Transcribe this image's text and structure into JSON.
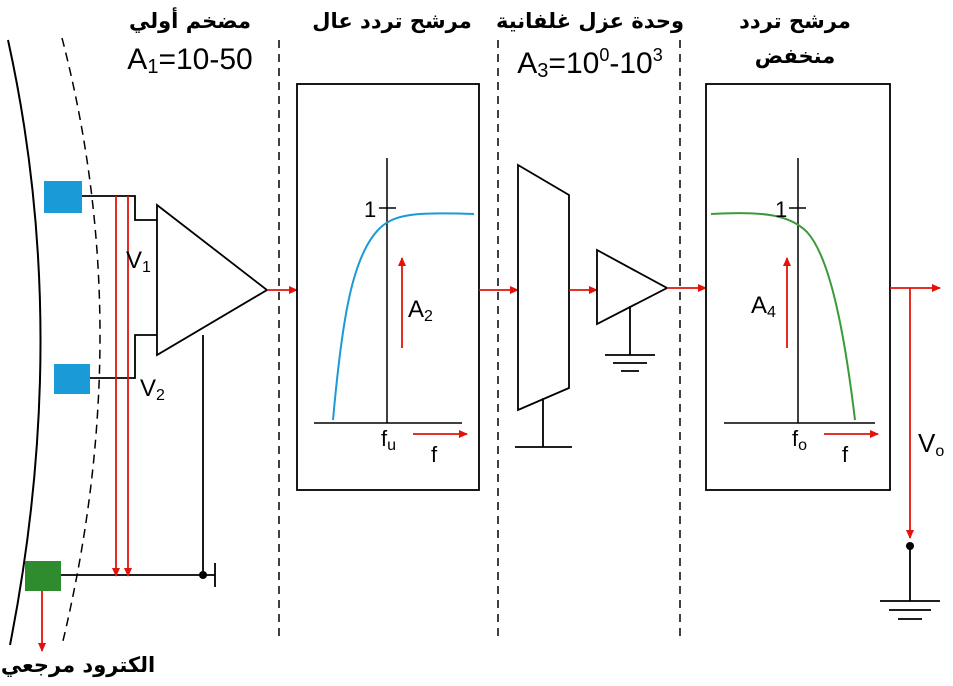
{
  "stages": {
    "preamp": {
      "title": "مضخم أولي",
      "gain_main": "A",
      "gain_sub": "1",
      "gain_rest": "=10-50"
    },
    "highpass": {
      "title": "مرشح تردد عال",
      "unity": "1",
      "gain_main": "A",
      "gain_sub": "2",
      "freq_main": "f",
      "freq_sub": "u",
      "axis": "f"
    },
    "isolation": {
      "title": "وحدة عزل غلفانية",
      "gain_main": "A",
      "gain_sub": "3",
      "gain_eq": "=10",
      "exp1": "0",
      "dash": "-10",
      "exp2": "3"
    },
    "lowpass": {
      "title_line1": "مرشح تردد",
      "title_line2": "منخفض",
      "unity": "1",
      "gain_main": "A",
      "gain_sub": "4",
      "freq_main": "f",
      "freq_sub": "o",
      "axis": "f"
    }
  },
  "inputs": {
    "v1_main": "V",
    "v1_sub": "1",
    "v2_main": "V",
    "v2_sub": "2"
  },
  "output": {
    "main": "V",
    "sub": "o"
  },
  "reference": {
    "label": "الكترود مرجعي"
  },
  "colors": {
    "signal": "#e3120b",
    "electrode": "#1a9ad6",
    "reference_electrode": "#2e8b2e",
    "highpass_curve": "#1a9ad6",
    "lowpass_curve": "#3a9a3a",
    "line": "#000000"
  }
}
